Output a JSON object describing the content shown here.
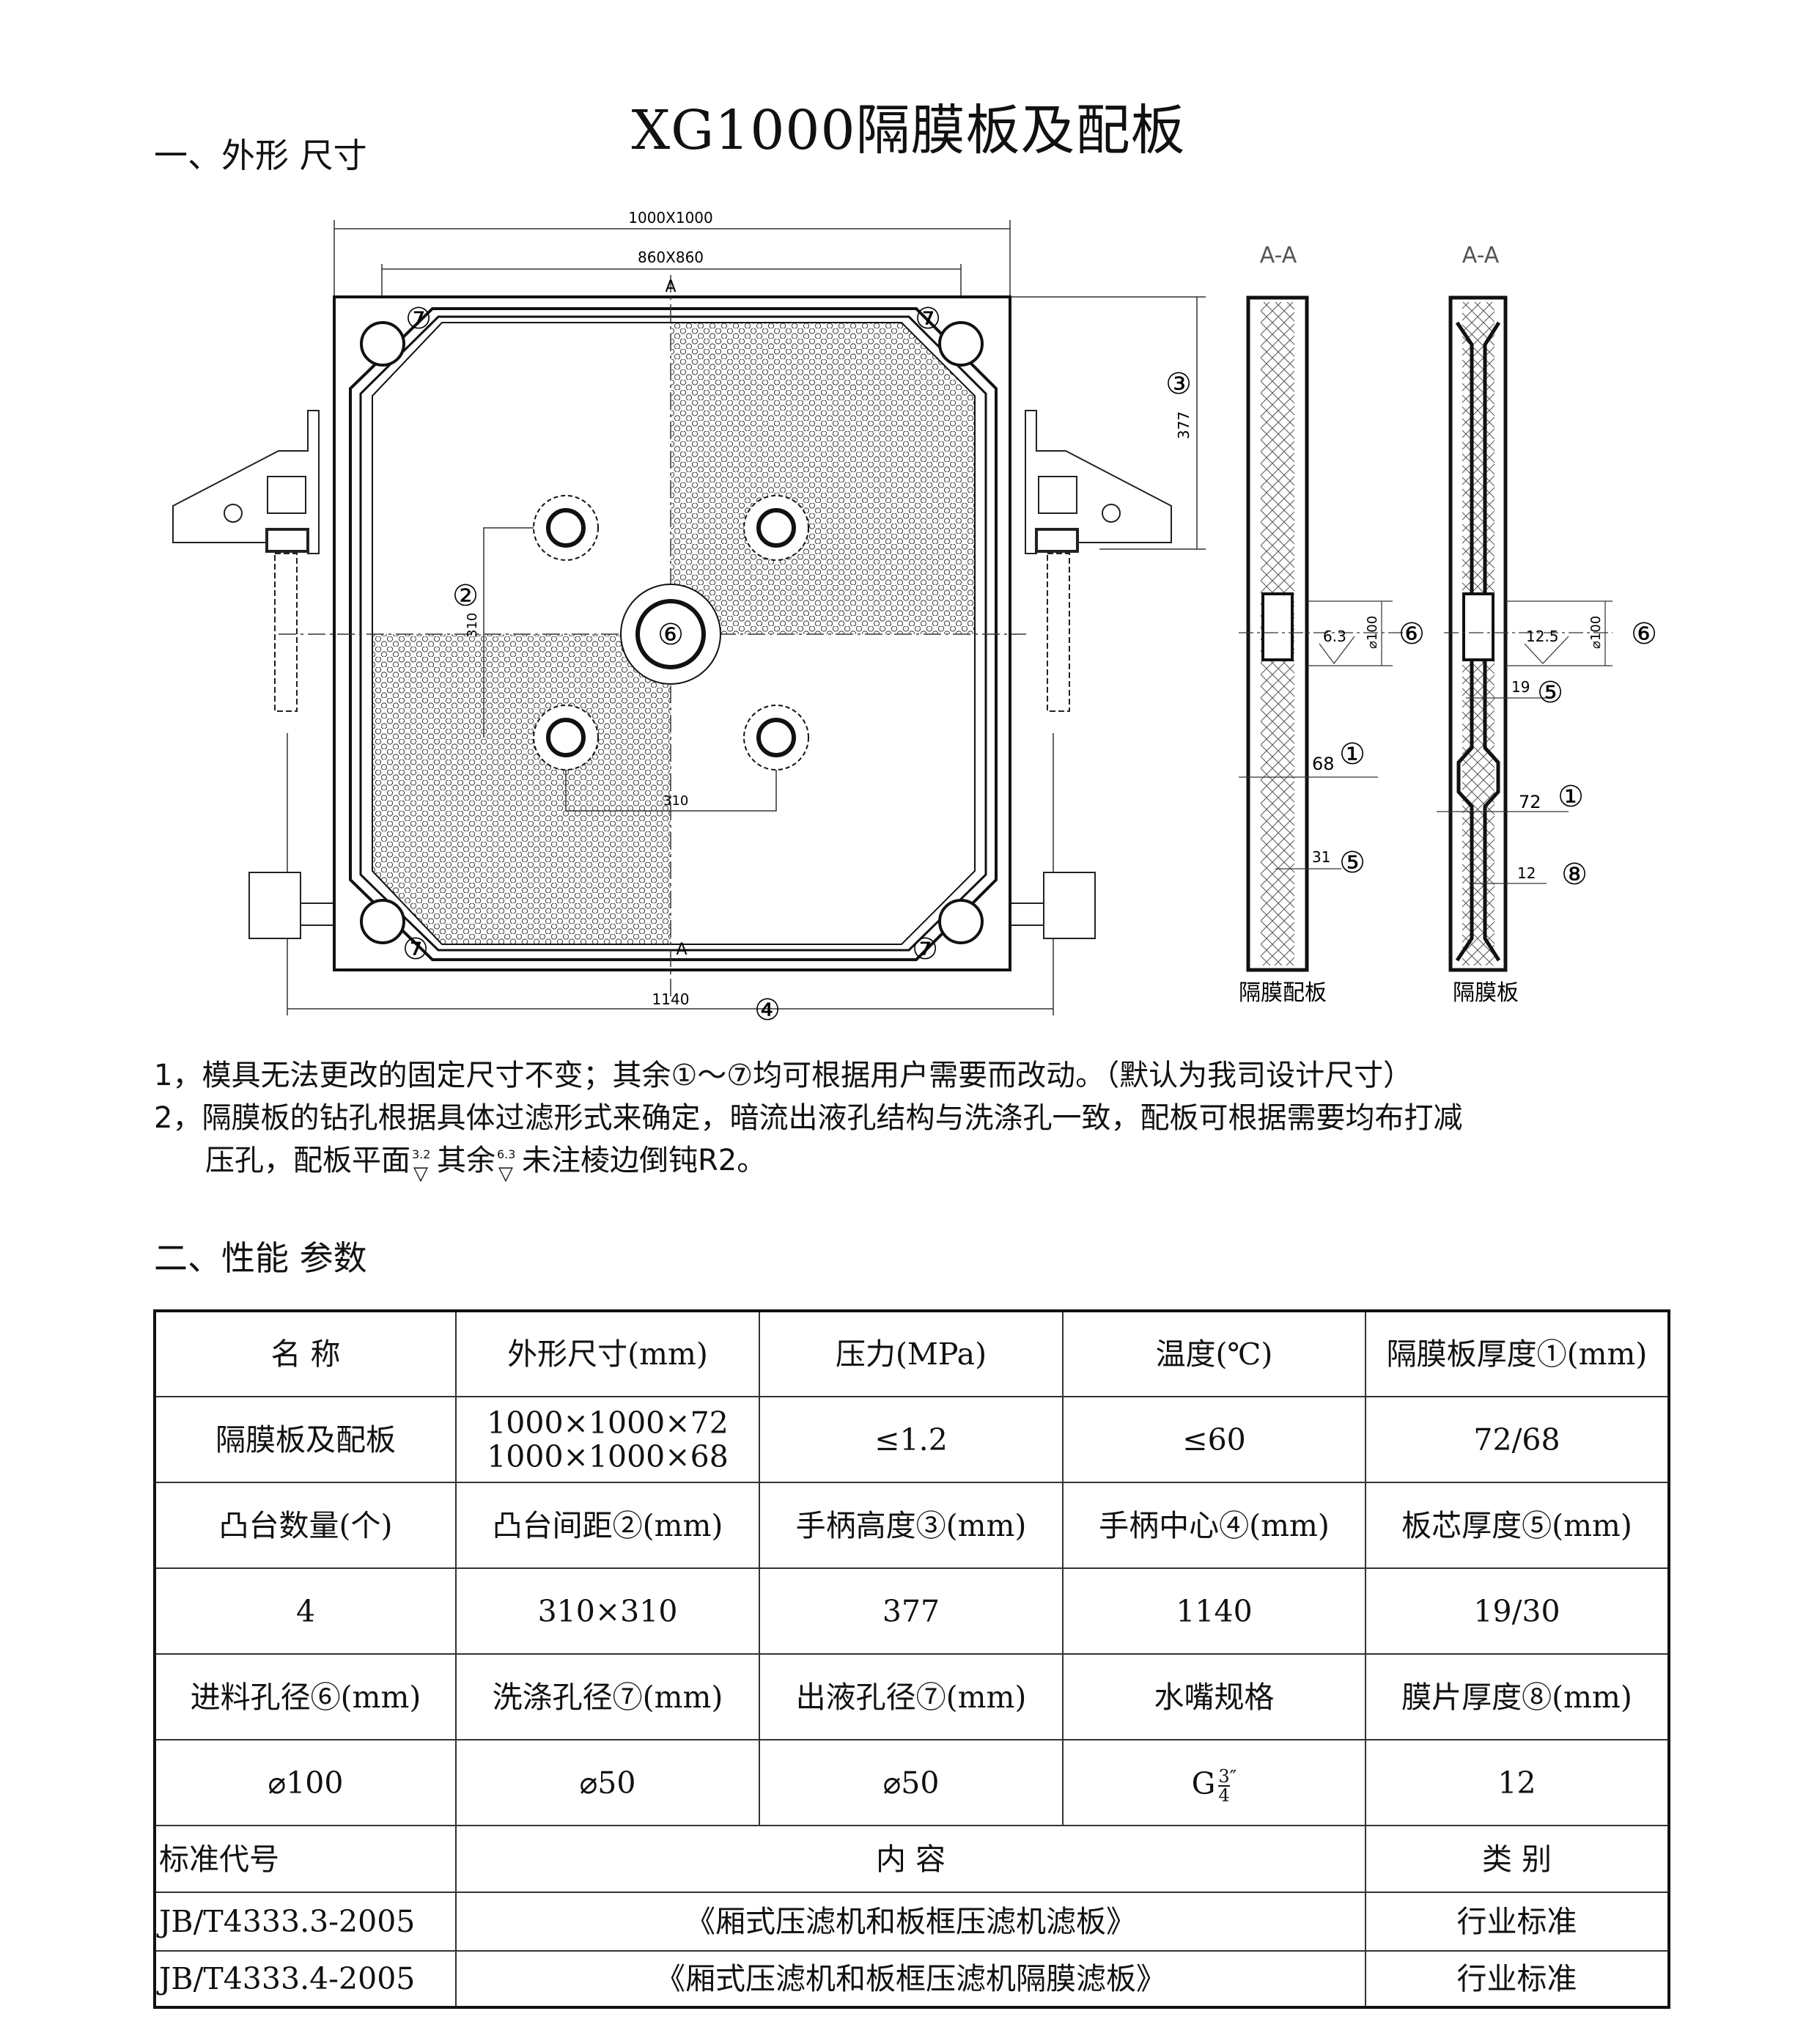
{
  "title": "XG1000隔膜板及配板",
  "section1": "一、外形 尺寸",
  "section2": "二、性能 参数",
  "drawing": {
    "dim_outer": "1000X1000",
    "dim_inner": "860X860",
    "dim_handle_height": "377",
    "dim_handle_center": "1140",
    "dim_boss_v": "310",
    "dim_boss_h": "310",
    "section_mark": "A",
    "marks": {
      "c1": "①",
      "c2": "②",
      "c3": "③",
      "c4": "④",
      "c5": "⑤",
      "c6": "⑥",
      "c7": "⑦",
      "c8": "⑧"
    },
    "left_section": {
      "label": "A-A",
      "roughness": "6.3",
      "diameter": "⌀100",
      "thickness": "68",
      "core": "31",
      "caption": "隔膜配板"
    },
    "right_section": {
      "label": "A-A",
      "roughness": "12.5",
      "diameter": "⌀100",
      "core": "19",
      "thickness": "72",
      "membrane": "12",
      "caption": "隔膜板"
    }
  },
  "notes": {
    "line1": "1，模具无法更改的固定尺寸不变；其余①～⑦均可根据用户需要而改动。（默认为我司设计尺寸）",
    "line2": "2，隔膜板的钻孔根据具体过滤形式来确定，暗流出液孔结构与洗涤孔一致，配板可根据需要均布打减",
    "line3_a": "压孔，配板平面",
    "rough_a": "3.2",
    "line3_b": "其余",
    "rough_b": "6.3",
    "line3_c": "未注棱边倒钝R2。"
  },
  "table": {
    "header1": [
      "名  称",
      "外形尺寸(mm)",
      "压力(MPa)",
      "温度(℃)",
      "隔膜板厚度①(mm)"
    ],
    "row1": [
      "隔膜板及配板",
      "1000×1000×72",
      "1000×1000×68",
      "≤1.2",
      "≤60",
      "72/68"
    ],
    "header2": [
      "凸台数量(个)",
      "凸台间距②(mm)",
      "手柄高度③(mm)",
      "手柄中心④(mm)",
      "板芯厚度⑤(mm)"
    ],
    "row2": [
      "4",
      "310×310",
      "377",
      "1140",
      "19/30"
    ],
    "header3": [
      "进料孔径⑥(mm)",
      "洗涤孔径⑦(mm)",
      "出液孔径⑦(mm)",
      "水嘴规格",
      "膜片厚度⑧(mm)"
    ],
    "row3": {
      "feed": "⌀100",
      "wash": "⌀50",
      "outlet": "⌀50",
      "nozzle_prefix": "G",
      "nozzle_num": "3",
      "nozzle_den": "4",
      "nozzle_unit": "″",
      "membrane": "12"
    },
    "std_header": [
      "标准代号",
      "内        容",
      "类    别"
    ],
    "std_rows": [
      [
        "JB/T4333.3-2005",
        "《厢式压滤机和板框压滤机滤板》",
        "行业标准"
      ],
      [
        "JB/T4333.4-2005",
        "《厢式压滤机和板框压滤机隔膜滤板》",
        "行业标准"
      ]
    ]
  }
}
